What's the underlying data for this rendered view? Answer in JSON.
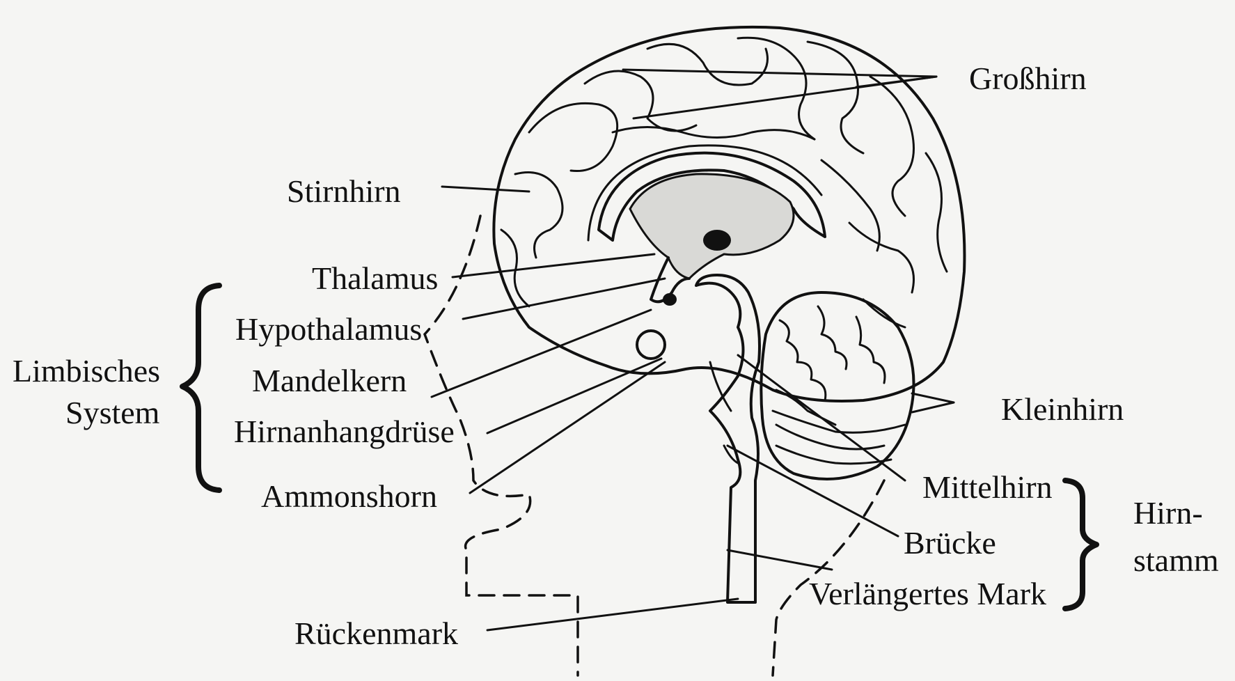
{
  "labels": {
    "grosshirn": "Großhirn",
    "stirnhirn": "Stirnhirn",
    "thalamus": "Thalamus",
    "hypothalamus": "Hypothalamus",
    "mandelkern": "Mandelkern",
    "hirnanhangdruese": "Hirnanhangdrüse",
    "ammonshorn": "Ammonshorn",
    "rueckenmark": "Rückenmark",
    "kleinhirn": "Kleinhirn",
    "mittelhirn": "Mittelhirn",
    "bruecke": "Brücke",
    "verlaengertes_mark": "Verlängertes Mark"
  },
  "groups": {
    "limbisches_line1": "Limbisches",
    "limbisches_line2": "System",
    "hirnstamm_line1": "Hirn-",
    "hirnstamm_line2": "stamm"
  }
}
